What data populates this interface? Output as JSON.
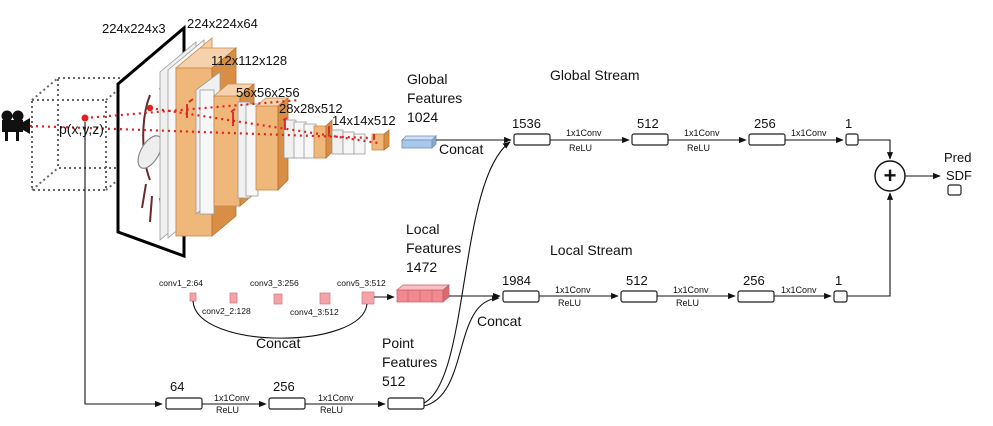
{
  "dims": {
    "input": "224x224x3",
    "conv1": "224x224x64",
    "conv2": "112x112x128",
    "conv3": "56x56x256",
    "conv4": "28x28x512",
    "conv5": "14x14x512"
  },
  "point_label": "p(x,y,z)",
  "global_features": {
    "line1": "Global",
    "line2": "Features",
    "value": "1024"
  },
  "local_features": {
    "line1": "Local",
    "line2": "Features",
    "value": "1472"
  },
  "point_features": {
    "line1": "Point",
    "line2": "Features",
    "value": "512"
  },
  "concat_label": "Concat",
  "global_stream": {
    "title": "Global Stream",
    "sizes": [
      "1536",
      "512",
      "256",
      "1"
    ],
    "ops": [
      {
        "op": "1x1Conv",
        "act": "ReLU"
      },
      {
        "op": "1x1Conv",
        "act": "ReLU"
      },
      {
        "op": "1x1Conv",
        "act": ""
      }
    ]
  },
  "local_stream": {
    "title": "Local Stream",
    "sizes": [
      "1984",
      "512",
      "256",
      "1"
    ],
    "ops": [
      {
        "op": "1x1Conv",
        "act": "ReLU"
      },
      {
        "op": "1x1Conv",
        "act": "ReLU"
      },
      {
        "op": "1x1Conv",
        "act": ""
      }
    ]
  },
  "point_stream": {
    "sizes": [
      "64",
      "256"
    ],
    "ops": [
      {
        "op": "1x1Conv",
        "act": "ReLU"
      },
      {
        "op": "1x1Conv",
        "act": "ReLU"
      }
    ]
  },
  "local_layers": [
    "conv1_2:64",
    "conv2_2:128",
    "conv3_3:256",
    "conv4_3:512",
    "conv5_3:512"
  ],
  "output": {
    "line1": "Pred",
    "line2": "SDF",
    "plus": "+"
  },
  "colors": {
    "orange": "#f0b77a",
    "orange_dark": "#d88f45",
    "blue": "#a9c6ec",
    "pink": "#f4a3a8",
    "red": "#e02020"
  }
}
